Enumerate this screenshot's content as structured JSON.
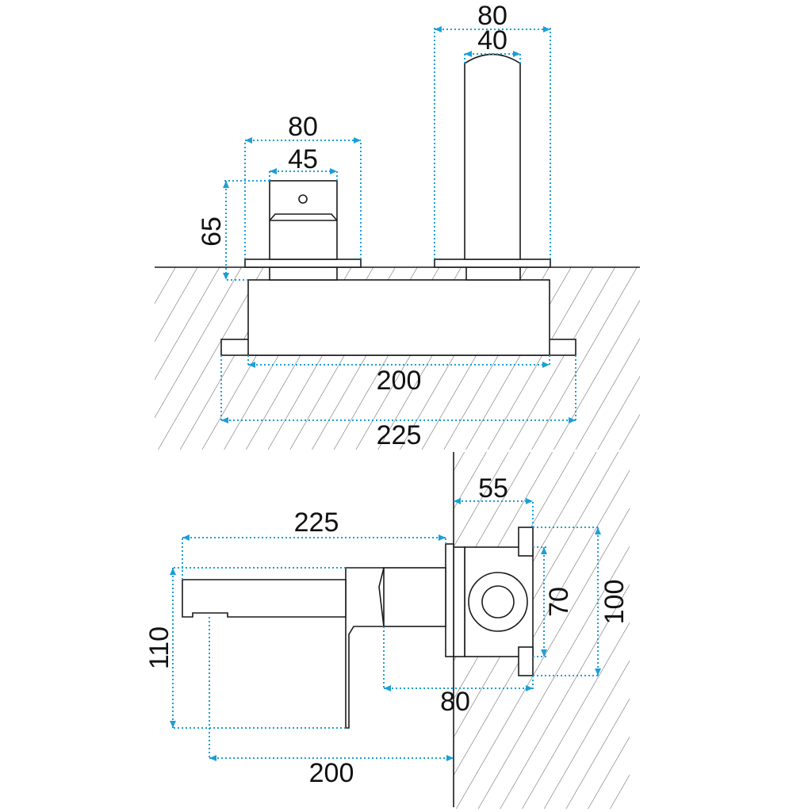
{
  "top_view": {
    "width_plate_left": "80",
    "width_handle": "45",
    "height_handle": "65",
    "width_plate_right": "80",
    "width_spout": "40",
    "body_width": "200",
    "overall_width": "225"
  },
  "side_view": {
    "spout_length": "225",
    "depth_55": "55",
    "height_70": "70",
    "height_100": "100",
    "height_110": "110",
    "depth_80": "80",
    "length_200": "200"
  },
  "colors": {
    "dimension_line": "#1b9fd6",
    "outline": "#1a1a1a"
  }
}
